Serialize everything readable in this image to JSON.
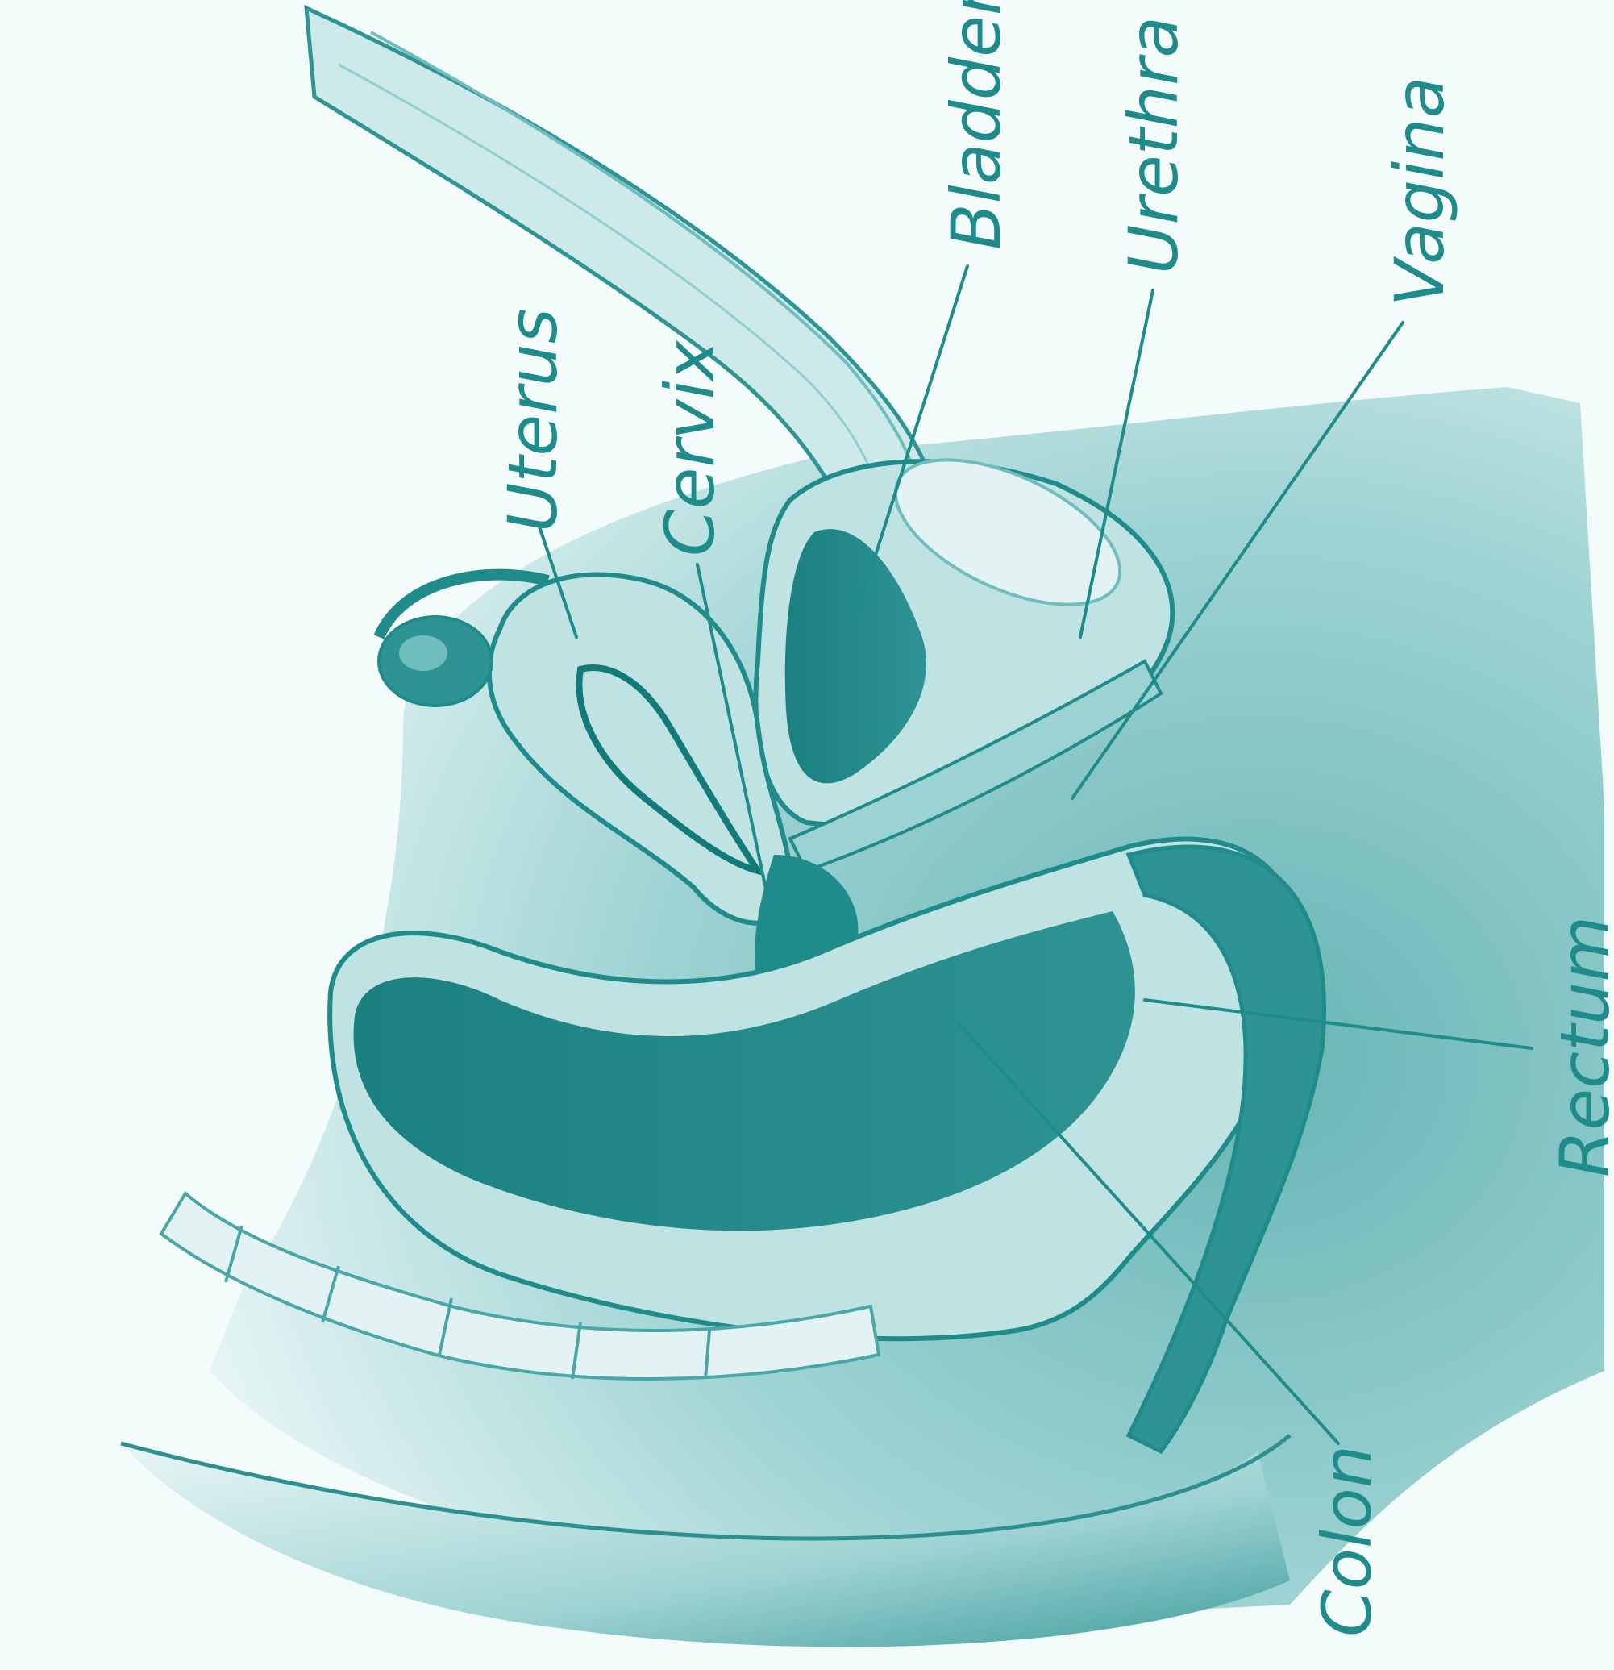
{
  "diagram": {
    "labels": {
      "uterus": "Uterus",
      "cervix": "Cervix",
      "bladder": "Bladder",
      "urethra": "Urethra",
      "vagina": "Vagina",
      "rectum": "Rectum",
      "colon": "Colon"
    },
    "colors": {
      "accent": "#1f8b8b",
      "dark": "#137a7a",
      "mid": "#57b0b0",
      "light": "#a9d9d9",
      "pale": "#d8efef",
      "background": "#f4fbfb"
    }
  }
}
